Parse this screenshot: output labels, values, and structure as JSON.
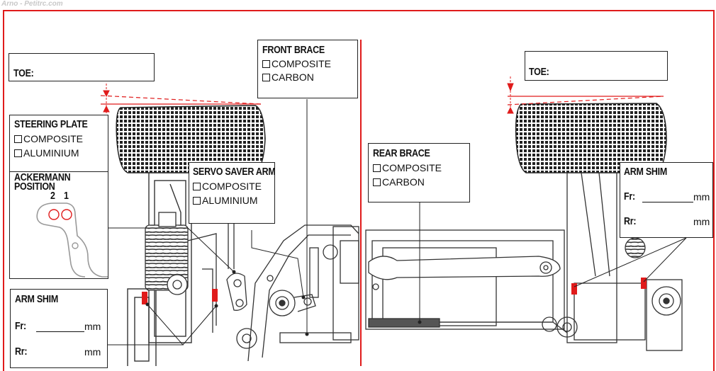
{
  "watermark": "Arno - Petitrc.com",
  "front": {
    "toe": {
      "label": "TOE:"
    },
    "front_brace": {
      "title": "FRONT BRACE",
      "options": [
        "COMPOSITE",
        "CARBON"
      ]
    },
    "steering_plate": {
      "title": "STEERING PLATE",
      "options": [
        "COMPOSITE",
        "ALUMINIUM"
      ]
    },
    "ackermann": {
      "title_line1": "ACKERMANN",
      "title_line2": "POSITION",
      "pos_a": "2",
      "pos_b": "1"
    },
    "servo_saver": {
      "title": "SERVO SAVER ARM",
      "options": [
        "COMPOSITE",
        "ALUMINIUM"
      ]
    },
    "arm_shim": {
      "title": "ARM SHIM",
      "fr_label": "Fr:",
      "rr_label": "Rr:",
      "unit": "mm"
    }
  },
  "rear": {
    "toe": {
      "label": "TOE:"
    },
    "rear_brace": {
      "title": "REAR BRACE",
      "options": [
        "COMPOSITE",
        "CARBON"
      ]
    },
    "arm_shim": {
      "title": "ARM SHIM",
      "fr_label": "Fr:",
      "rr_label": "Rr:",
      "unit": "mm"
    }
  },
  "colors": {
    "frame": "#e01b1b",
    "marker": "#e01b1b",
    "ink": "#111111"
  }
}
